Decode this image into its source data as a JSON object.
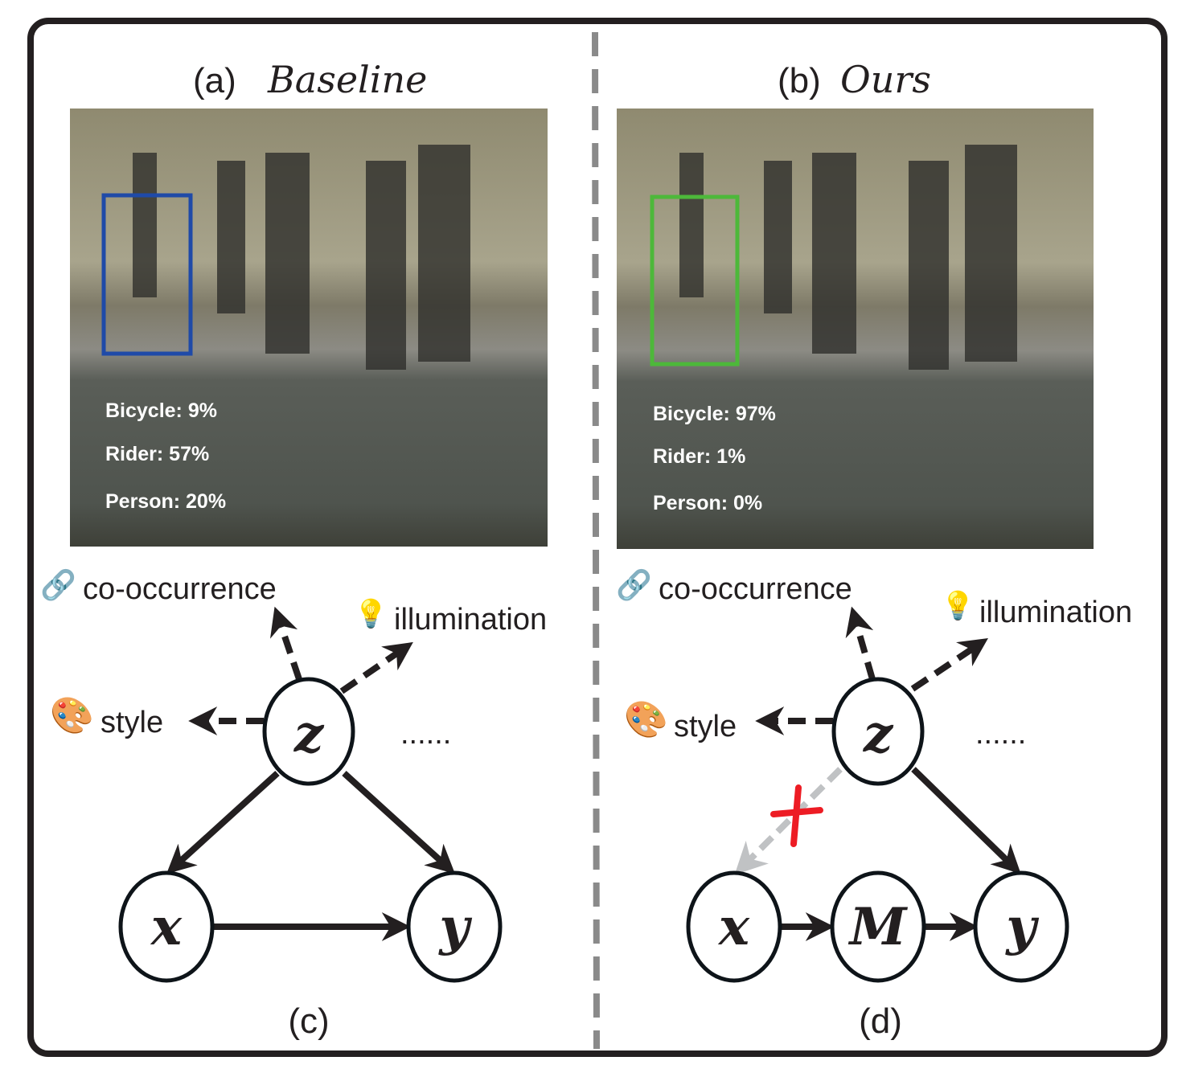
{
  "panel_a": {
    "label": "(a)",
    "title": "Baseline",
    "scores": [
      "Bicycle: 9%",
      "Rider: 57%",
      "Person: 20%"
    ],
    "box_color": "#1f4aa8"
  },
  "panel_b": {
    "label": "(b)",
    "title": "Ours",
    "scores": [
      "Bicycle: 97%",
      "Rider: 1%",
      "Person: 0%"
    ],
    "box_color": "#4db83a"
  },
  "graph_c": {
    "caption": "(c)",
    "confounders": [
      "co-occurrence",
      "illumination",
      "style"
    ],
    "ellipsis": "......",
    "nodes": {
      "z": "z",
      "x": "x",
      "y": "y"
    }
  },
  "graph_d": {
    "caption": "(d)",
    "confounders": [
      "co-occurrence",
      "illumination",
      "style"
    ],
    "ellipsis": "......",
    "nodes": {
      "z": "z",
      "x": "x",
      "m": "M",
      "y": "y"
    }
  },
  "colors": {
    "blocked_edge": "#c0c2c4",
    "cross": "#ed1c24",
    "divider": "#8a8a8a"
  }
}
